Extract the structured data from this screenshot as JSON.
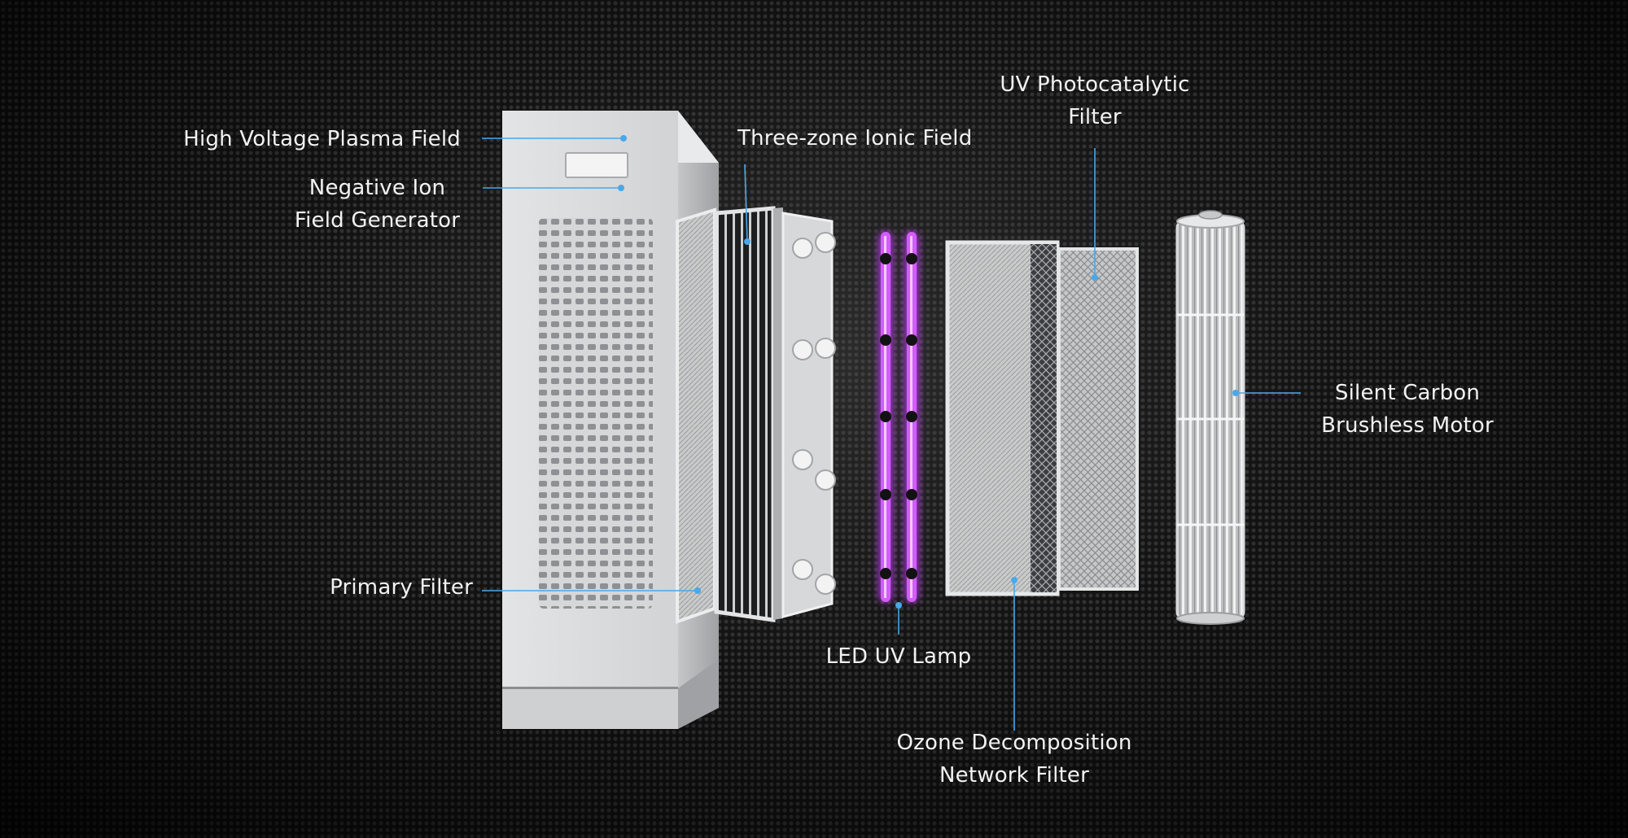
{
  "labels": {
    "high_voltage_plasma_field": "High Voltage Plasma Field",
    "negative_ion_field_generator": [
      "Negative Ion",
      "Field Generator"
    ],
    "three_zone_ionic_field": "Three-zone Ionic Field",
    "uv_photocatalytic_filter": [
      "UV Photocatalytic",
      "Filter"
    ],
    "primary_filter": "Primary Filter",
    "led_uv_lamp": "LED UV Lamp",
    "ozone_decomposition_network_filter": [
      "Ozone Decomposition",
      "Network Filter"
    ],
    "silent_carbon_brushless_motor": [
      "Silent Carbon",
      "Brushless Motor"
    ]
  },
  "colors": {
    "background": "#0c0c0c",
    "leader_line": "#4aa8e8",
    "uv_glow": "#c83cff",
    "housing": "#d9dadc",
    "label_text": "#f2f2f2"
  }
}
